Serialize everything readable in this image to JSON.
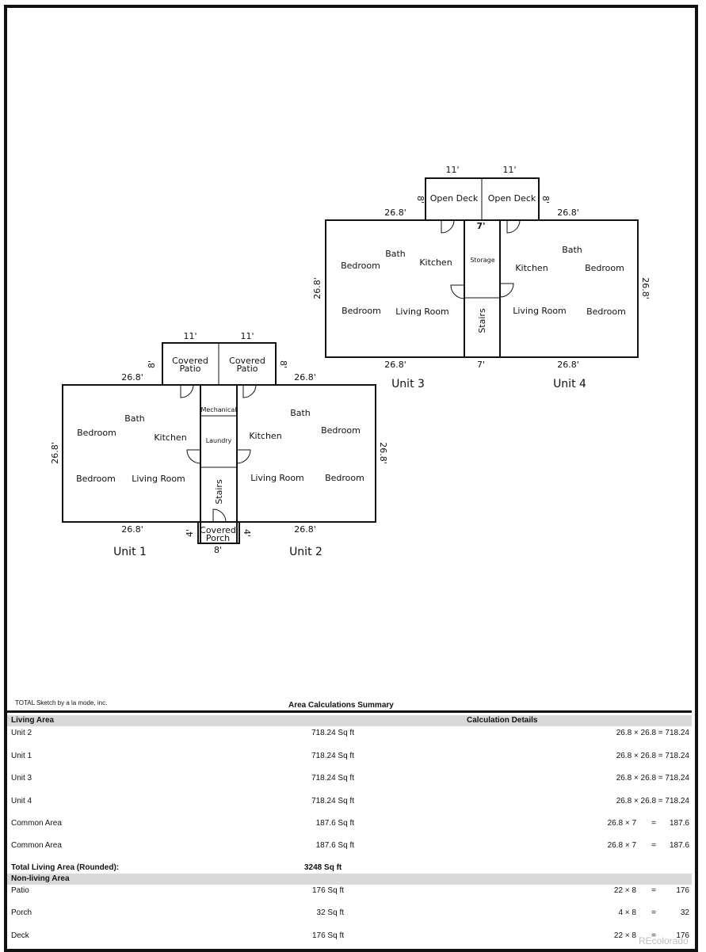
{
  "floorplan": {
    "top_building": {
      "deck_widths": [
        "11'",
        "11'"
      ],
      "deck_heights": [
        "8'",
        "8'"
      ],
      "decks": [
        "Open Deck",
        "Open Deck"
      ],
      "side_widths_top": [
        "26.8'",
        "26.8'"
      ],
      "side_widths_bottom": [
        "26.8'",
        "26.8'"
      ],
      "side_heights": [
        "26.8'",
        "26.8'"
      ],
      "center_width_top": "7'",
      "center_width_bottom": "7'",
      "unit_left": {
        "bath": "Bath",
        "kitchen": "Kitchen",
        "bedroom_1": "Bedroom",
        "bedroom_2": "Bedroom",
        "living": "Living Room",
        "name": "Unit 3"
      },
      "unit_right": {
        "bath": "Bath",
        "kitchen": "Kitchen",
        "bedroom_1": "Bedroom",
        "bedroom_2": "Bedroom",
        "living": "Living Room",
        "name": "Unit 4"
      },
      "storage": "Storage",
      "stairs": "Stairs"
    },
    "bottom_building": {
      "patio_widths": [
        "11'",
        "11'"
      ],
      "patio_heights": [
        "8'",
        "8'"
      ],
      "patio_line1": "Covered",
      "patio_line2": "Patio",
      "side_widths_top": [
        "26.8'",
        "26.8'"
      ],
      "side_widths_bottom": [
        "26.8'",
        "26.8'"
      ],
      "side_heights": [
        "26.8'",
        "26.8'"
      ],
      "unit_left": {
        "bath": "Bath",
        "kitchen": "Kitchen",
        "bedroom_1": "Bedroom",
        "bedroom_2": "Bedroom",
        "living": "Living Room",
        "name": "Unit 1"
      },
      "unit_right": {
        "bath": "Bath",
        "kitchen": "Kitchen",
        "bedroom_1": "Bedroom",
        "bedroom_2": "Bedroom",
        "living": "Living Room",
        "name": "Unit 2"
      },
      "mechanical": "Mechanical",
      "laundry": "Laundry",
      "stairs": "Stairs",
      "porch_line1": "Covered",
      "porch_line2": "Porch",
      "porch_heights": [
        "4'",
        "4'"
      ],
      "porch_width": "8'"
    }
  },
  "summary": {
    "credit": "TOTAL Sketch by a la mode, inc.",
    "title": "Area Calculations Summary",
    "living_header": "Living Area",
    "details_header": "Calculation Details",
    "living_rows": [
      {
        "name": "Unit 2",
        "area": "718.24 Sq ft",
        "formula": "26.8 × 26.8 = 718.24"
      },
      {
        "name": "Unit 1",
        "area": "718.24 Sq ft",
        "formula": "26.8 × 26.8 = 718.24"
      },
      {
        "name": "Unit 3",
        "area": "718.24 Sq ft",
        "formula": "26.8 × 26.8 = 718.24"
      },
      {
        "name": "Unit 4",
        "area": "718.24 Sq ft",
        "formula": "26.8 × 26.8 = 718.24"
      },
      {
        "name": "Common Area",
        "area": "187.6 Sq ft",
        "f1": "26.8 × 7",
        "eq": "=",
        "result": "187.6"
      },
      {
        "name": "Common Area",
        "area": "187.6 Sq ft",
        "f1": "26.8 × 7",
        "eq": "=",
        "result": "187.6"
      }
    ],
    "total_label": "Total Living Area (Rounded):",
    "total_value": "3248 Sq ft",
    "nonliving_header": "Non-living Area",
    "nonliving_rows": [
      {
        "name": "Patio",
        "area": "176 Sq ft",
        "f1": "22 × 8",
        "eq": "=",
        "result": "176"
      },
      {
        "name": "Porch",
        "area": "32 Sq ft",
        "f1": "4 × 8",
        "eq": "=",
        "result": "32"
      },
      {
        "name": "Deck",
        "area": "176 Sq ft",
        "f1": "22 × 8",
        "eq": "=",
        "result": "176"
      }
    ]
  },
  "watermark": "REcolorado"
}
